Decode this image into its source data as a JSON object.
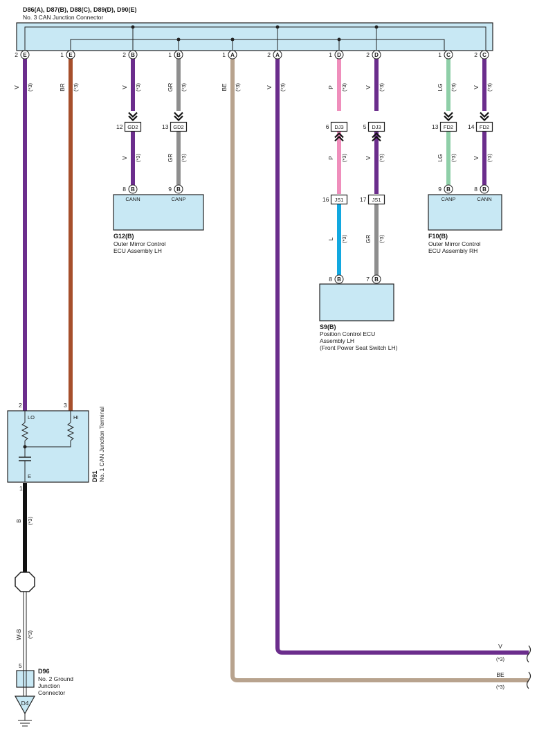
{
  "colors": {
    "V": "#6b2d8c",
    "BR": "#a64f2c",
    "GR": "#8e8e8e",
    "BE": "#b8a38e",
    "P": "#ef8ebc",
    "LG": "#8fcfa8",
    "L": "#12a8e0",
    "B": "#111111",
    "box": "#c8e8f4"
  },
  "header": {
    "title": "D86(A), D87(B), D88(C), D89(D), D90(E)",
    "subtitle": "No. 3 CAN Junction Connector"
  },
  "top_pins": [
    {
      "num": "2",
      "code": "E",
      "color": "V",
      "note": "(*3)"
    },
    {
      "num": "1",
      "code": "E",
      "color": "BR",
      "note": "(*3)"
    },
    {
      "num": "2",
      "code": "B",
      "color": "V",
      "note": "(*3)"
    },
    {
      "num": "1",
      "code": "B",
      "color": "GR",
      "note": "(*3)"
    },
    {
      "num": "1",
      "code": "A",
      "color": "BE",
      "note": "(*3)"
    },
    {
      "num": "2",
      "code": "A",
      "color": "V",
      "note": "(*3)"
    },
    {
      "num": "1",
      "code": "D",
      "color": "P",
      "note": "(*3)"
    },
    {
      "num": "2",
      "code": "D",
      "color": "V",
      "note": "(*3)"
    },
    {
      "num": "1",
      "code": "C",
      "color": "LG",
      "note": "(*3)"
    },
    {
      "num": "2",
      "code": "C",
      "color": "V",
      "note": "(*3)"
    }
  ],
  "connectors": [
    {
      "num": "12",
      "name": "GD2"
    },
    {
      "num": "13",
      "name": "GD2"
    },
    {
      "num": "6",
      "name": "DJ3"
    },
    {
      "num": "5",
      "name": "DJ3"
    },
    {
      "num": "13",
      "name": "FD2"
    },
    {
      "num": "14",
      "name": "FD2"
    },
    {
      "num": "16",
      "name": "JS1"
    },
    {
      "num": "17",
      "name": "JS1"
    }
  ],
  "lower_wires": [
    {
      "color": "V",
      "note": "(*3)"
    },
    {
      "color": "GR",
      "note": "(*3)"
    },
    {
      "color": "P",
      "note": "(*3)"
    },
    {
      "color": "V",
      "note": "(*3)"
    },
    {
      "color": "LG",
      "note": "(*3)"
    },
    {
      "color": "V",
      "note": "(*3)"
    },
    {
      "color": "L",
      "note": "(*3)"
    },
    {
      "color": "GR",
      "note": "(*3)"
    }
  ],
  "g12": {
    "id": "G12(B)",
    "line1": "Outer Mirror Control",
    "line2": "ECU Assembly LH",
    "pins": [
      {
        "num": "8",
        "code": "B",
        "label": "CANN"
      },
      {
        "num": "9",
        "code": "B",
        "label": "CANP"
      }
    ]
  },
  "f10": {
    "id": "F10(B)",
    "line1": "Outer Mirror Control",
    "line2": "ECU Assembly RH",
    "pins": [
      {
        "num": "9",
        "code": "B",
        "label": "CANP"
      },
      {
        "num": "8",
        "code": "B",
        "label": "CANN"
      }
    ]
  },
  "s9": {
    "id": "S9(B)",
    "line1": "Position Control ECU",
    "line2": "Assembly LH",
    "line3": "(Front Power Seat Switch LH)",
    "pins": [
      {
        "num": "8",
        "code": "B"
      },
      {
        "num": "7",
        "code": "B"
      }
    ]
  },
  "d91": {
    "id": "D91",
    "name": "No. 1 CAN Junction Terminal",
    "pin_lo": "2",
    "pin_hi": "3",
    "label_lo": "LO",
    "label_hi": "HI",
    "label_e": "E",
    "pin_e": "1"
  },
  "ground_wire": {
    "color": "B",
    "note": "(*3)"
  },
  "wb_wire": {
    "color": "W-B",
    "note": "(*3)"
  },
  "d96": {
    "id": "D96",
    "pin": "5",
    "line1": "No. 2 Ground",
    "line2": "Junction",
    "line3": "Connector"
  },
  "ground_point": "D4",
  "right_wires": [
    {
      "color": "V",
      "note": "(*3)"
    },
    {
      "color": "BE",
      "note": "(*3)"
    }
  ]
}
